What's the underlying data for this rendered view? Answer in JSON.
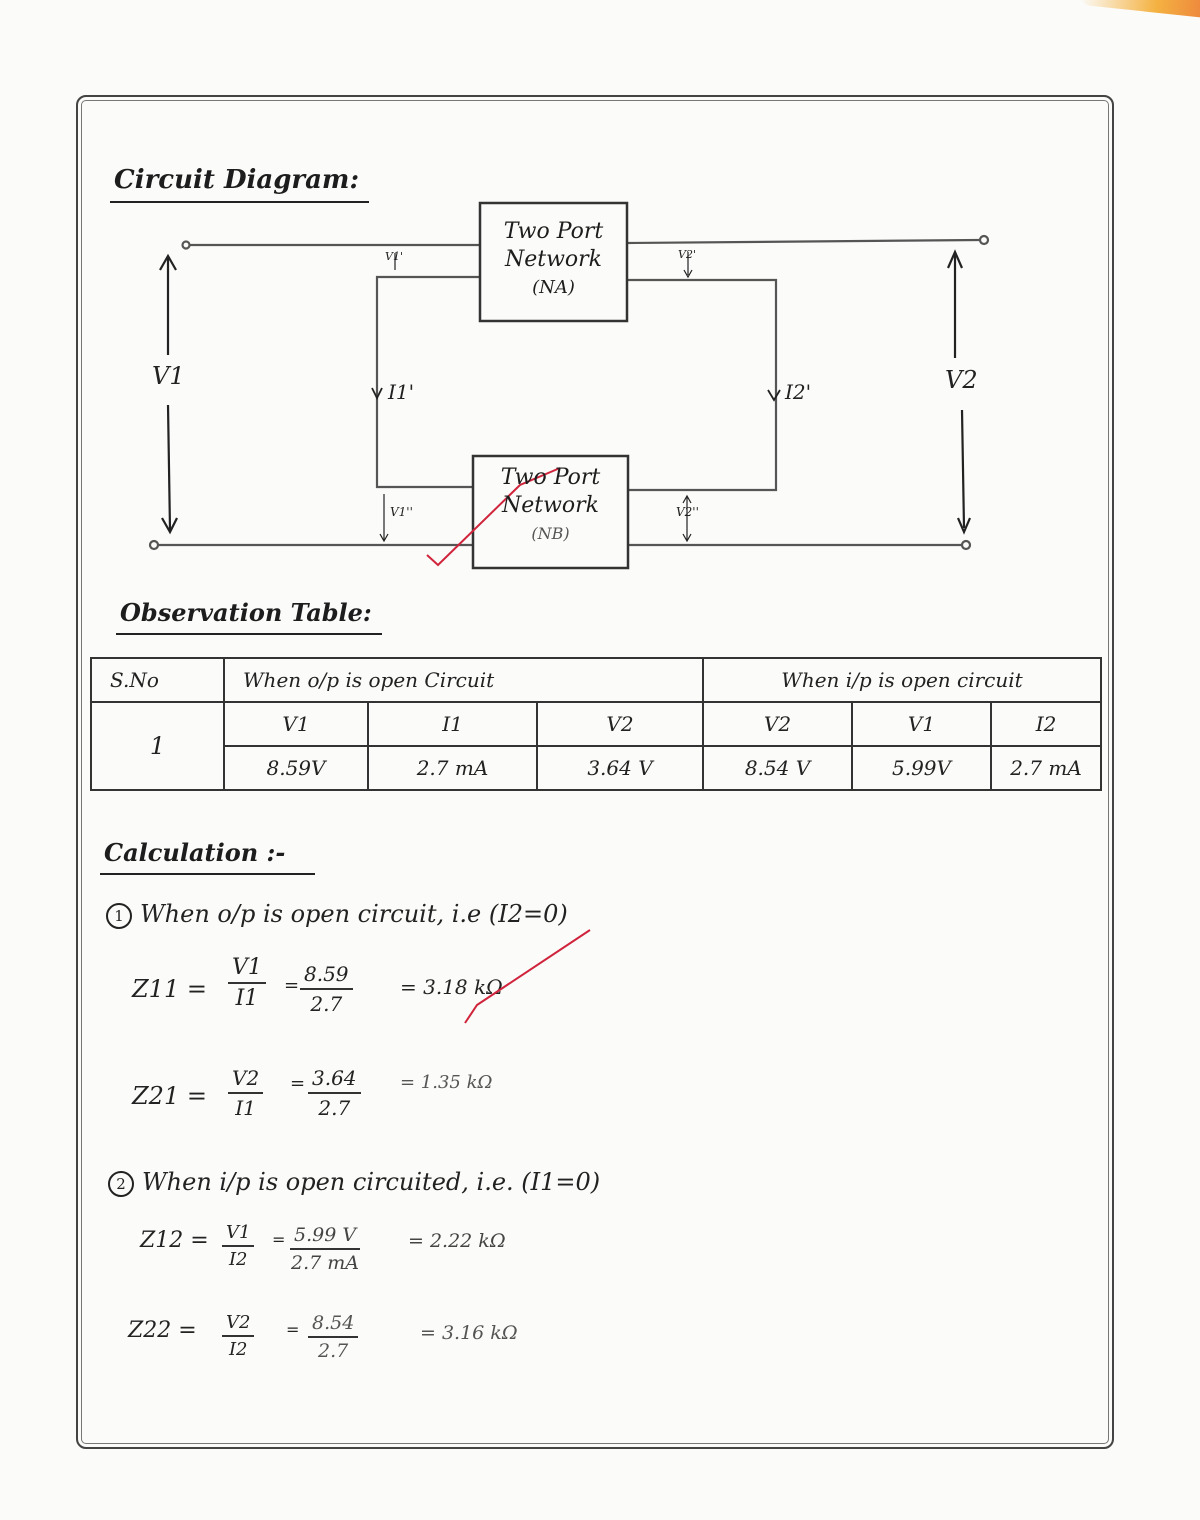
{
  "page": {
    "sections": {
      "circuit_heading": "Circuit Diagram:",
      "table_heading": "Observation Table:",
      "calc_heading": "Calculation :-"
    }
  },
  "diagram": {
    "network_a": {
      "line1": "Two Port",
      "line2": "Network",
      "line3": "(NA)"
    },
    "network_b": {
      "line1": "Two Port",
      "line2": "Network",
      "line3": "(NB)"
    },
    "labels": {
      "v1": "V1",
      "v2": "V2",
      "i1_prime": "I1'",
      "i2_prime": "I2'",
      "v1_prime": "V1'",
      "v2_prime": "V2'",
      "v1_double_prime": "V1''",
      "v2_double_prime": "V2''"
    }
  },
  "table": {
    "sno_header": "S.No",
    "group1_header": "When o/p is open Circuit",
    "group2_header": "When i/p is open circuit",
    "columns": [
      "V1",
      "I1",
      "V2",
      "V2",
      "V1",
      "I2"
    ],
    "rows": [
      {
        "sno": "1",
        "values": [
          "8.59V",
          "2.7 mA",
          "3.64 V",
          "8.54 V",
          "5.99V",
          "2.7 mA"
        ]
      }
    ]
  },
  "calculation": {
    "case1": {
      "number": "1",
      "title": "When o/p is open circuit, i.e (I2=0)",
      "z11": {
        "lhs": "Z11 =",
        "num": "V1",
        "den": "I1",
        "eq": "=",
        "vnum": "8.59",
        "vden": "2.7",
        "result": "= 3.18 kΩ"
      },
      "z21": {
        "lhs": "Z21 =",
        "num": "V2",
        "den": "I1",
        "eq": "=",
        "vnum": "3.64",
        "vden": "2.7",
        "result": "= 1.35 kΩ"
      }
    },
    "case2": {
      "number": "2",
      "title": "When i/p is open circuited, i.e. (I1=0)",
      "z12": {
        "lhs": "Z12 =",
        "num": "V1",
        "den": "I2",
        "eq": "=",
        "vnum": "5.99 V",
        "vden": "2.7 mA",
        "result": "= 2.22 kΩ"
      },
      "z22": {
        "lhs": "Z22 =",
        "num": "V2",
        "den": "I2",
        "eq": "=",
        "vnum": "8.54",
        "vden": "2.7",
        "result": "= 3.16 kΩ"
      }
    }
  },
  "colors": {
    "ink": "#1d1d1d",
    "check_mark": "#d0243c",
    "paper": "#fbfbf9"
  }
}
